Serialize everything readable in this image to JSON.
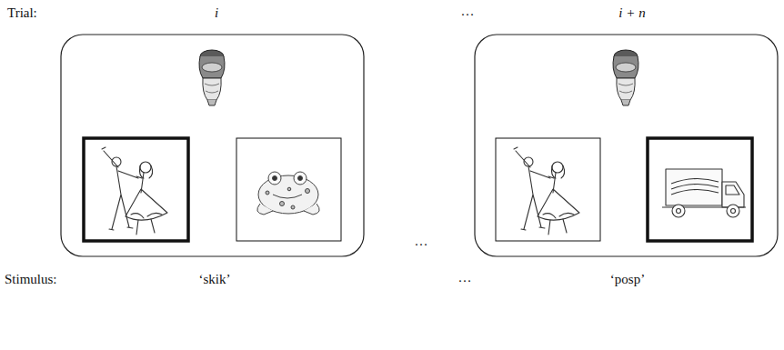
{
  "diagram": {
    "labels": [
      "Trial:",
      "i",
      "…",
      "i + n",
      "…",
      "Stimulus:",
      "‘skik’",
      "…",
      "‘posp’"
    ]
  }
}
